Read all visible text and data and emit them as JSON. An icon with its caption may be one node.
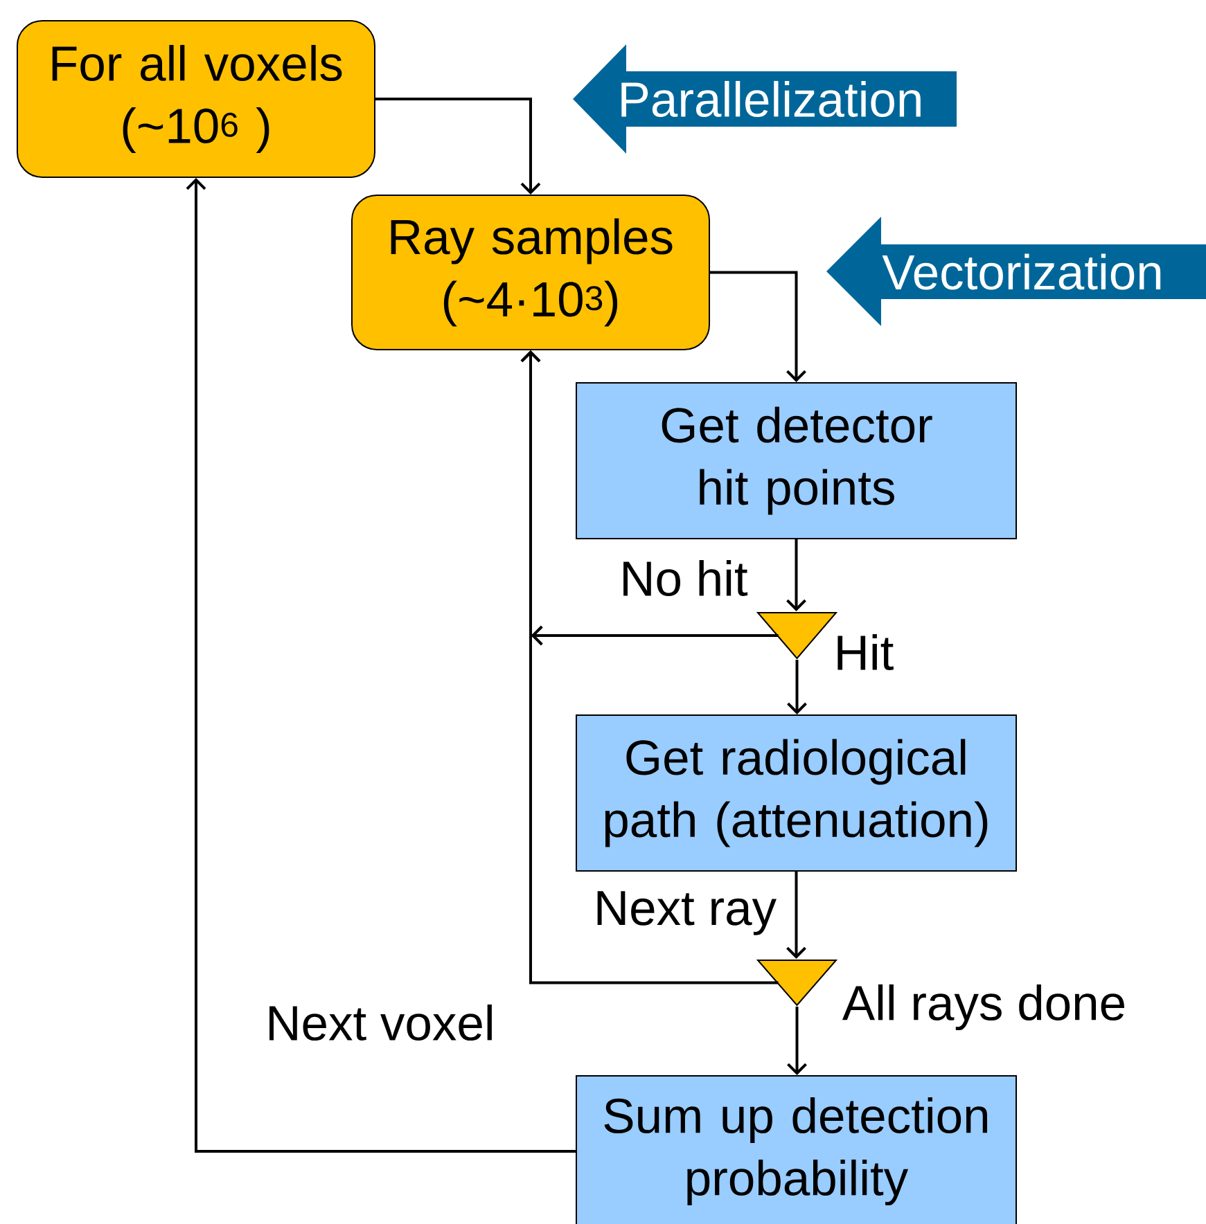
{
  "diagram": {
    "nodes": [
      {
        "text": [
          "For all voxels (~10$^{6}$ )"
        ]
      },
      {
        "text": [
          "Parallelization"
        ]
      },
      {
        "text": [
          "Ray samples (~4·10$^{3}$)"
        ]
      },
      {
        "text": [
          "Vectorization"
        ]
      },
      {
        "text": [
          "Get detector hit points"
        ]
      },
      {
        "text": [],
        "shape": "triangle"
      },
      {
        "text": [
          "Get radiological path (attenuation)"
        ]
      },
      {
        "text": [],
        "shape": "triangle"
      },
      {
        "text": [
          "Sum up detection probability"
        ]
      }
    ],
    "edges": [
      {
        "from": 0,
        "to": 2,
        "arrow": "to"
      },
      {
        "from": 2,
        "to": 4,
        "arrow": "to"
      },
      {
        "from": 4,
        "to": 5,
        "arrow": "to"
      },
      {
        "from": 5,
        "to": 2,
        "arrow": "to",
        "label": "No hit"
      },
      {
        "from": 5,
        "to": 6,
        "arrow": "to",
        "label": "Hit"
      },
      {
        "from": 6,
        "to": 7,
        "arrow": "to"
      },
      {
        "from": 7,
        "to": 2,
        "arrow": "to",
        "label": "Next ray"
      },
      {
        "from": 7,
        "to": 8,
        "arrow": "to",
        "label": "All rays done"
      },
      {
        "from": 8,
        "to": 0,
        "arrow": "to",
        "label": "Next voxel"
      }
    ]
  }
}
